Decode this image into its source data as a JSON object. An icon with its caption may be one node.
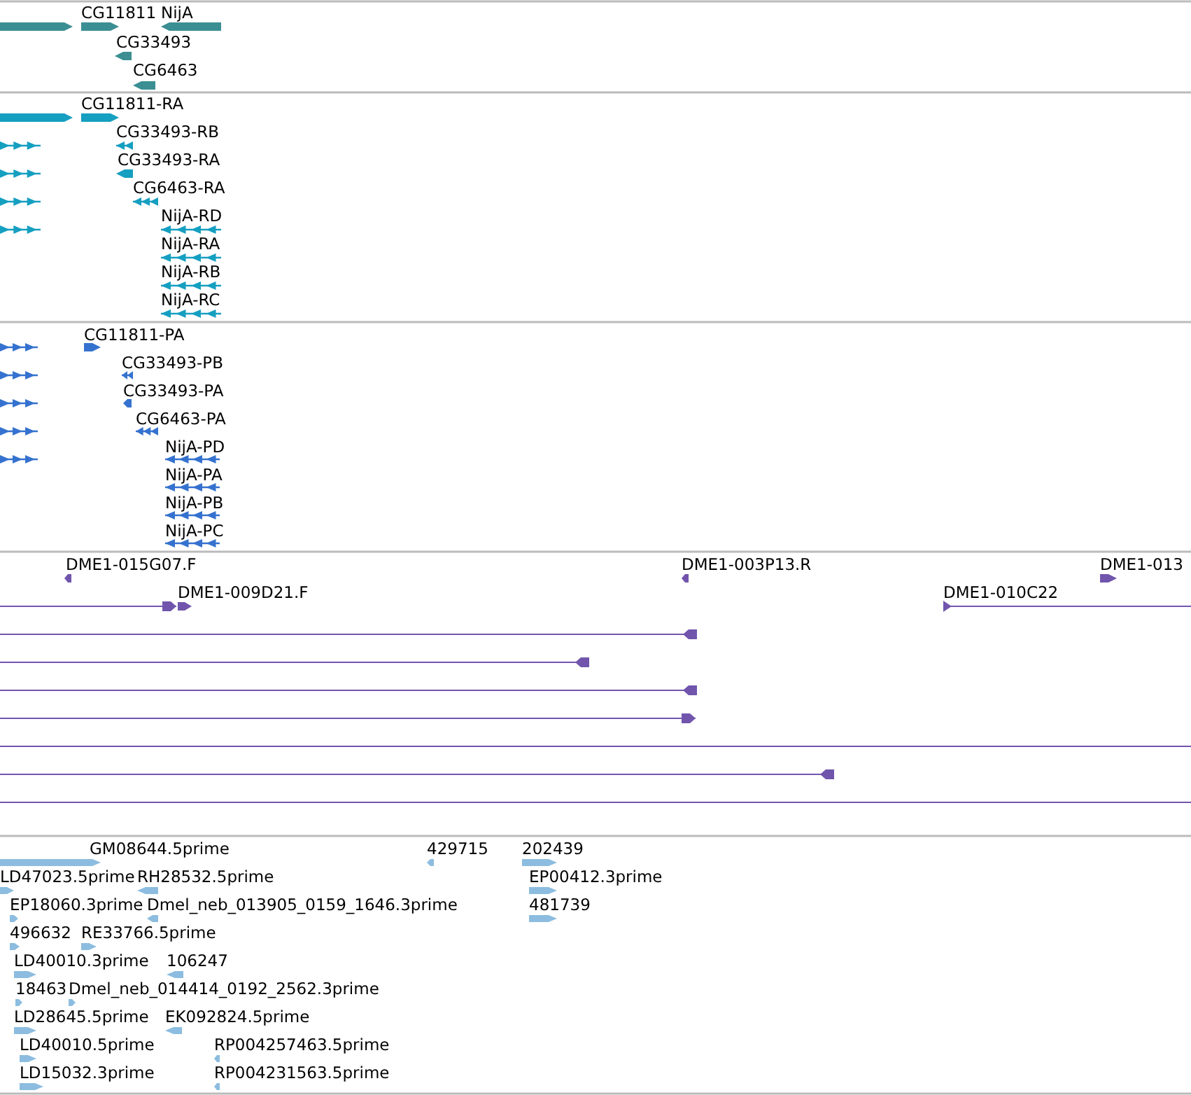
{
  "diagram": {
    "labels": [
      "CG11811",
      "NijA",
      "CG33493",
      "CG6463",
      "CG11811-RA",
      "CG33493-RB",
      "CG33493-RA",
      "CG6463-RA",
      "NijA-RD",
      "NijA-RA",
      "NijA-RB",
      "NijA-RC",
      "CG11811-PA",
      "CG33493-PB",
      "CG33493-PA",
      "CG6463-PA",
      "NijA-PD",
      "NijA-PA",
      "NijA-PB",
      "NijA-PC",
      "DME1-015G07.F",
      "DME1-003P13.R",
      "DME1-013",
      "DME1-009D21.F",
      "DME1-010C22",
      "GM08644.5prime",
      "429715",
      "202439",
      "LD47023.5prime",
      "RH28532.5prime",
      "EP00412.3prime",
      "EP18060.3prime",
      "Dmel_neb_013905_0159_1646.3prime",
      "481739",
      "496632",
      "RE33766.5prime",
      "LD40010.3prime",
      "106247",
      "18463",
      "Dmel_neb_014414_0192_2562.3prime",
      "LD28645.5prime",
      "EK092824.5prime",
      "LD40010.5prime",
      "RP004257463.5prime",
      "LD15032.3prime",
      "RP004231563.5prime"
    ]
  }
}
